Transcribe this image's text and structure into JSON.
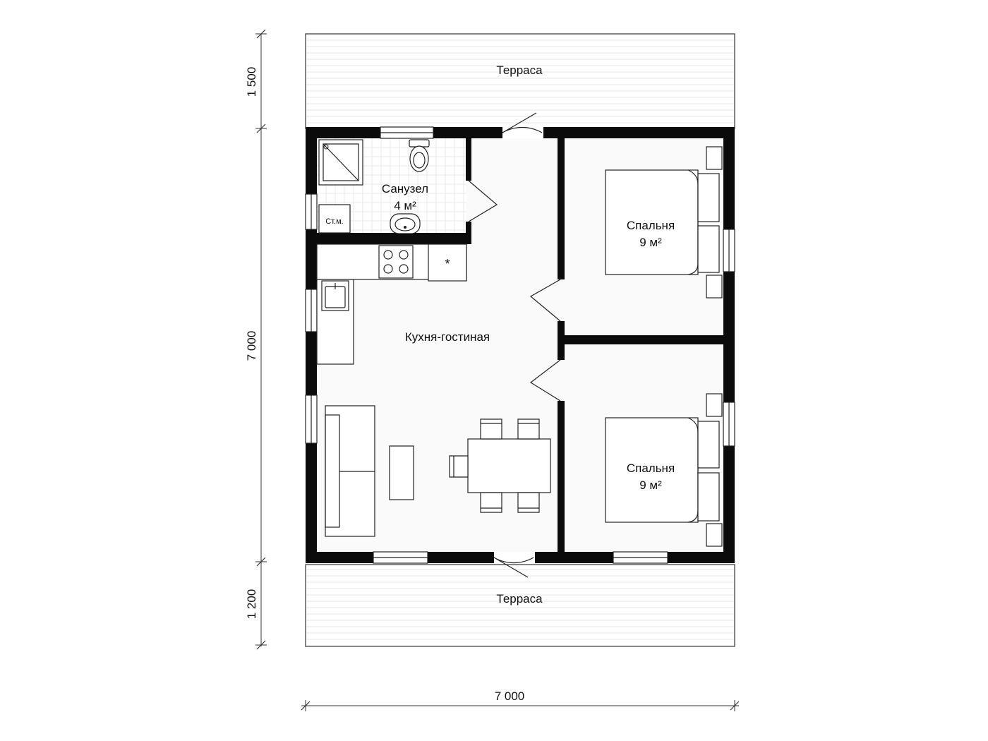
{
  "rooms": {
    "terrace_top": {
      "name": "Терраса"
    },
    "terrace_bottom": {
      "name": "Терраса"
    },
    "bathroom": {
      "name": "Санузел",
      "area": "4 м²"
    },
    "kitchen_living": {
      "name": "Кухня-гостиная"
    },
    "bedroom_1": {
      "name": "Спальня",
      "area": "9 м²"
    },
    "bedroom_2": {
      "name": "Спальня",
      "area": "9 м²"
    }
  },
  "fixtures": {
    "washer": "Ст.м.",
    "fridge": "*"
  },
  "dimensions": {
    "top_terrace_depth": "1 500",
    "house_depth": "7 000",
    "bottom_terrace_depth": "1 200",
    "house_width": "7 000"
  }
}
